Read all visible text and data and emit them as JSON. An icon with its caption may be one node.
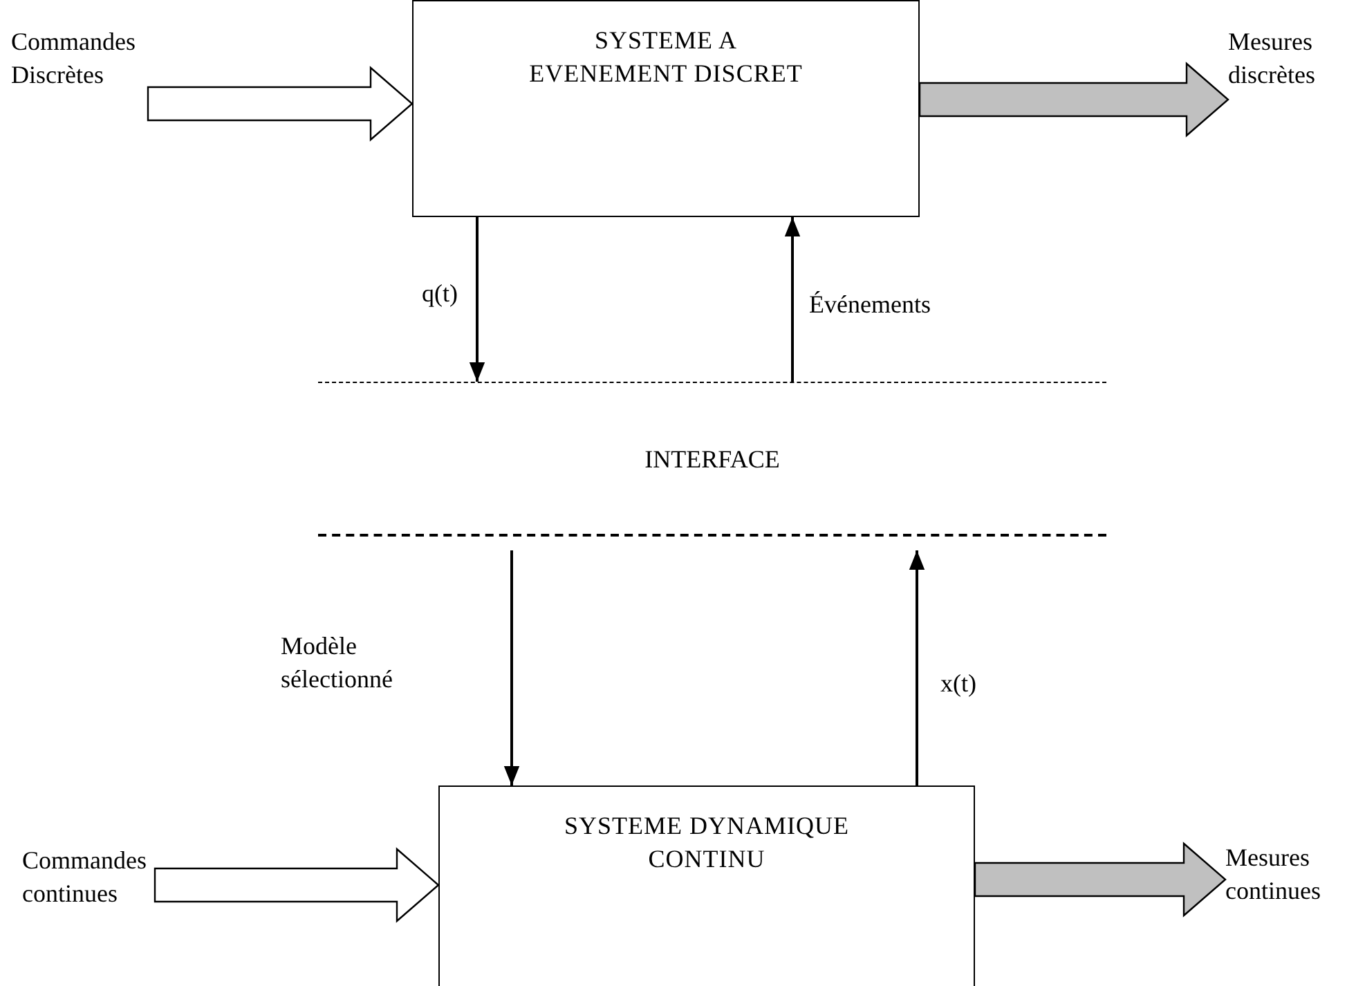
{
  "diagram": {
    "nodes": [
      {
        "text": [
          "Commandes Discrètes"
        ]
      },
      {
        "text": [
          "SYSTEME A EVENEMENT DISCRET"
        ]
      },
      {
        "text": [
          "Mesures discrètes"
        ]
      },
      {
        "text": [
          "INTERFACE"
        ]
      },
      {
        "text": [
          "Commandes continues"
        ]
      },
      {
        "text": [
          "SYSTEME DYNAMIQUE CONTINU"
        ]
      },
      {
        "text": [
          "Mesures continues"
        ]
      }
    ],
    "edges": [
      {
        "from": 0,
        "to": 1,
        "arrow": "to",
        "style": "thick"
      },
      {
        "from": 1,
        "to": 2,
        "arrow": "to",
        "style": "thick",
        "color": "#c0c0c0"
      },
      {
        "from": 1,
        "to": 3,
        "arrow": "to",
        "label": "q(t)"
      },
      {
        "from": 3,
        "to": 1,
        "arrow": "to",
        "label": "Événements"
      },
      {
        "from": 3,
        "to": 5,
        "arrow": "to",
        "label": "Modèle sélectionné"
      },
      {
        "from": 5,
        "to": 3,
        "arrow": "to",
        "label": "x(t)"
      },
      {
        "from": 4,
        "to": 5,
        "arrow": "to",
        "style": "thick"
      },
      {
        "from": 5,
        "to": 6,
        "arrow": "to",
        "style": "thick",
        "color": "#c0c0c0"
      }
    ]
  }
}
